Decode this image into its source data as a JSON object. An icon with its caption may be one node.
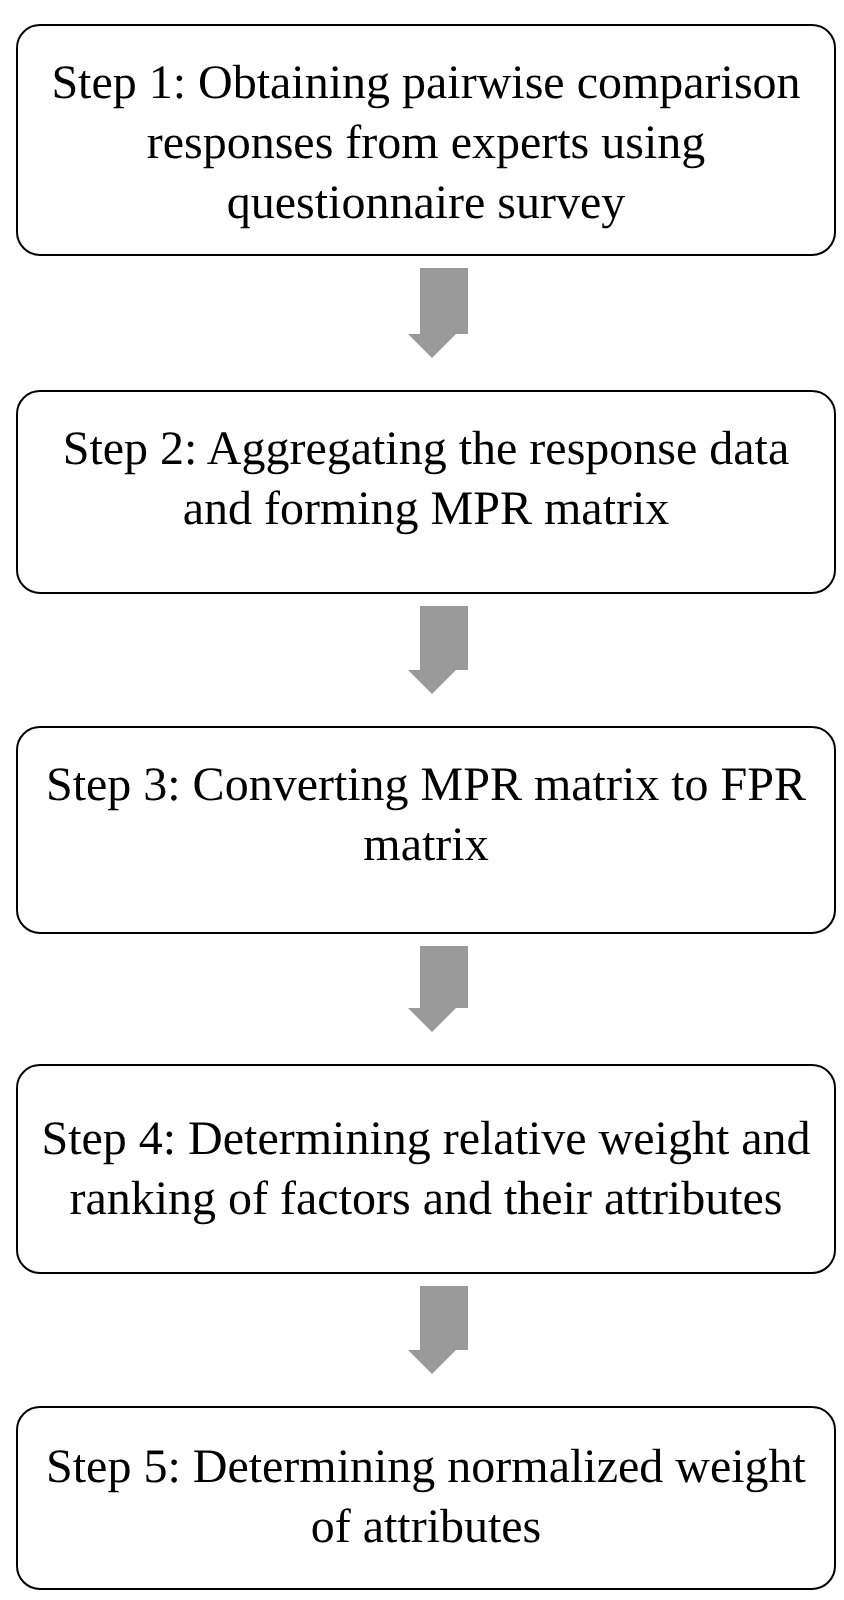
{
  "diagram": {
    "nodes": [
      {
        "text": [
          "Step 1: Obtaining pairwise comparison responses from experts using questionnaire survey"
        ]
      },
      {
        "text": [
          "Step 2: Aggregating the response data and forming MPR matrix"
        ]
      },
      {
        "text": [
          "Step 3: Converting MPR matrix to FPR matrix"
        ]
      },
      {
        "text": [
          "Step 4: Determining relative weight and ranking of factors and their attributes"
        ]
      },
      {
        "text": [
          "Step 5: Determining normalized weight of attributes"
        ]
      }
    ],
    "edges": [
      {
        "from": 0,
        "to": 1,
        "arrow": "to"
      },
      {
        "from": 1,
        "to": 2,
        "arrow": "to"
      },
      {
        "from": 2,
        "to": 3,
        "arrow": "to"
      },
      {
        "from": 3,
        "to": 4,
        "arrow": "to"
      }
    ]
  }
}
